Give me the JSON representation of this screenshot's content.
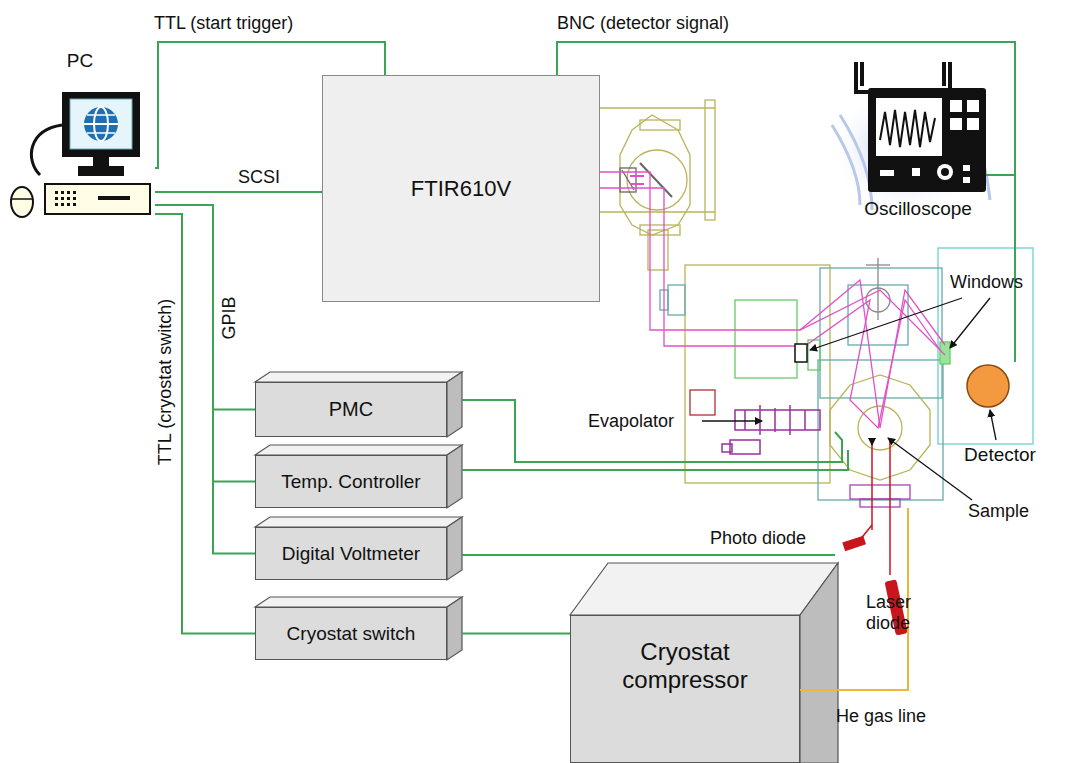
{
  "diagram": {
    "nodes": [
      {
        "text": [
          "PC"
        ]
      },
      {
        "text": [
          "FTIR610V"
        ]
      },
      {
        "text": [
          "PMC"
        ]
      },
      {
        "text": [
          "Temp. Controller"
        ]
      },
      {
        "text": [
          "Digital Voltmeter"
        ]
      },
      {
        "text": [
          "Cryostat switch"
        ]
      },
      {
        "text": [
          "Cryostat compressor"
        ]
      },
      {
        "text": [
          "Oscilloscope"
        ]
      },
      {
        "text": [
          "Detector"
        ]
      }
    ],
    "edges": [
      {
        "from": 0,
        "to": 1,
        "label": "TTL (start trigger)",
        "arrow": "none"
      },
      {
        "from": 0,
        "to": 1,
        "label": "SCSI",
        "arrow": "none"
      },
      {
        "from": 1,
        "to": 8,
        "label": "BNC (detector signal)",
        "arrow": "none"
      },
      {
        "from": 7,
        "to": 8,
        "arrow": "none"
      },
      {
        "from": 0,
        "to": 2,
        "label": "GPIB",
        "arrow": "none"
      },
      {
        "from": 0,
        "to": 3,
        "arrow": "none"
      },
      {
        "from": 0,
        "to": 4,
        "arrow": "none"
      },
      {
        "from": 0,
        "to": 5,
        "label": "TTL (cryostat switch)",
        "arrow": "none"
      },
      {
        "from": 5,
        "to": 6,
        "arrow": "none"
      }
    ],
    "labels": [
      "Windows",
      "Evapolator",
      "Sample",
      "Photo diode",
      "Laser diode",
      "He gas line"
    ]
  }
}
